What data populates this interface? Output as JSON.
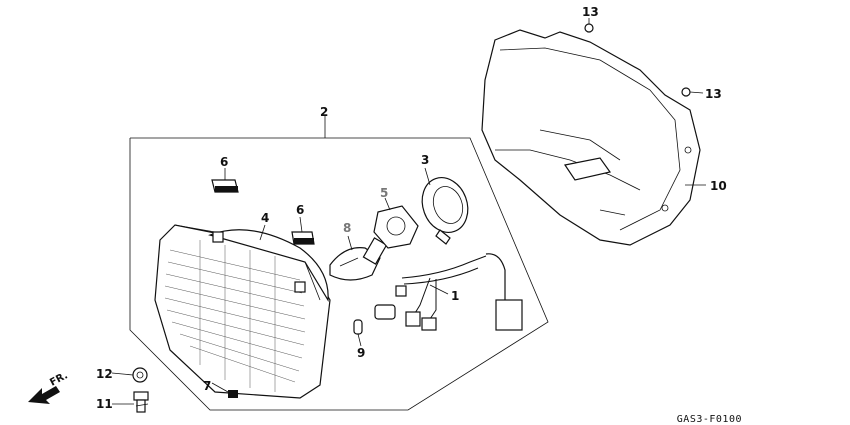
{
  "diagram_code": "GAS3-F0100",
  "direction_label": "FR.",
  "callouts": [
    {
      "id": "p1",
      "text": "1"
    },
    {
      "id": "p2",
      "text": "2"
    },
    {
      "id": "p3",
      "text": "3"
    },
    {
      "id": "p4",
      "text": "4"
    },
    {
      "id": "p5",
      "text": "5"
    },
    {
      "id": "p6a",
      "text": "6"
    },
    {
      "id": "p6b",
      "text": "6"
    },
    {
      "id": "p7",
      "text": "7"
    },
    {
      "id": "p8",
      "text": "8"
    },
    {
      "id": "p9",
      "text": "9"
    },
    {
      "id": "p10",
      "text": "10"
    },
    {
      "id": "p11",
      "text": "11"
    },
    {
      "id": "p12",
      "text": "12"
    },
    {
      "id": "p13a",
      "text": "13"
    },
    {
      "id": "p13b",
      "text": "13"
    }
  ]
}
